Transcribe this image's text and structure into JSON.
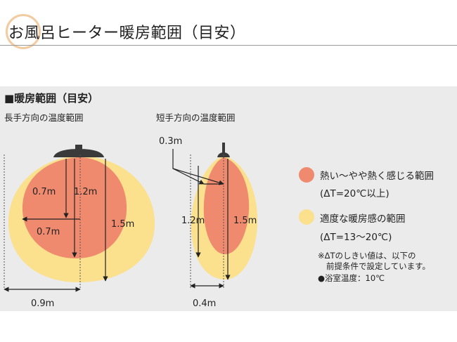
{
  "header": {
    "title": "お風呂ヒーター暖房範囲（目安）"
  },
  "section": {
    "title": "■暖房範囲（目安）"
  },
  "long_view": {
    "label": "長手方向の温度範囲",
    "dims": {
      "hot_side": "0.7m",
      "hot_center": "1.2m",
      "hot_width": "0.7m",
      "warm_depth": "1.5m",
      "warm_width": "0.9m"
    }
  },
  "short_view": {
    "label": "短手方向の温度範囲",
    "dims": {
      "offset": "0.3m",
      "hot_depth": "1.2m",
      "warm_depth": "1.5m",
      "warm_width": "0.4m"
    }
  },
  "legend": {
    "hot": {
      "label": "熱い～やや熱く感じる範囲",
      "range": "(ΔT=20℃以上)",
      "color": "#ef8a6e"
    },
    "warm": {
      "label": "適度な暖房感の範囲",
      "range": "(ΔT=13～20℃)",
      "color": "#fbe08e"
    }
  },
  "notes": {
    "line1": "※ΔTのしきい値は、以下の",
    "line2": "前提条件で設定しています。",
    "line3": "●浴室温度：10℃"
  }
}
